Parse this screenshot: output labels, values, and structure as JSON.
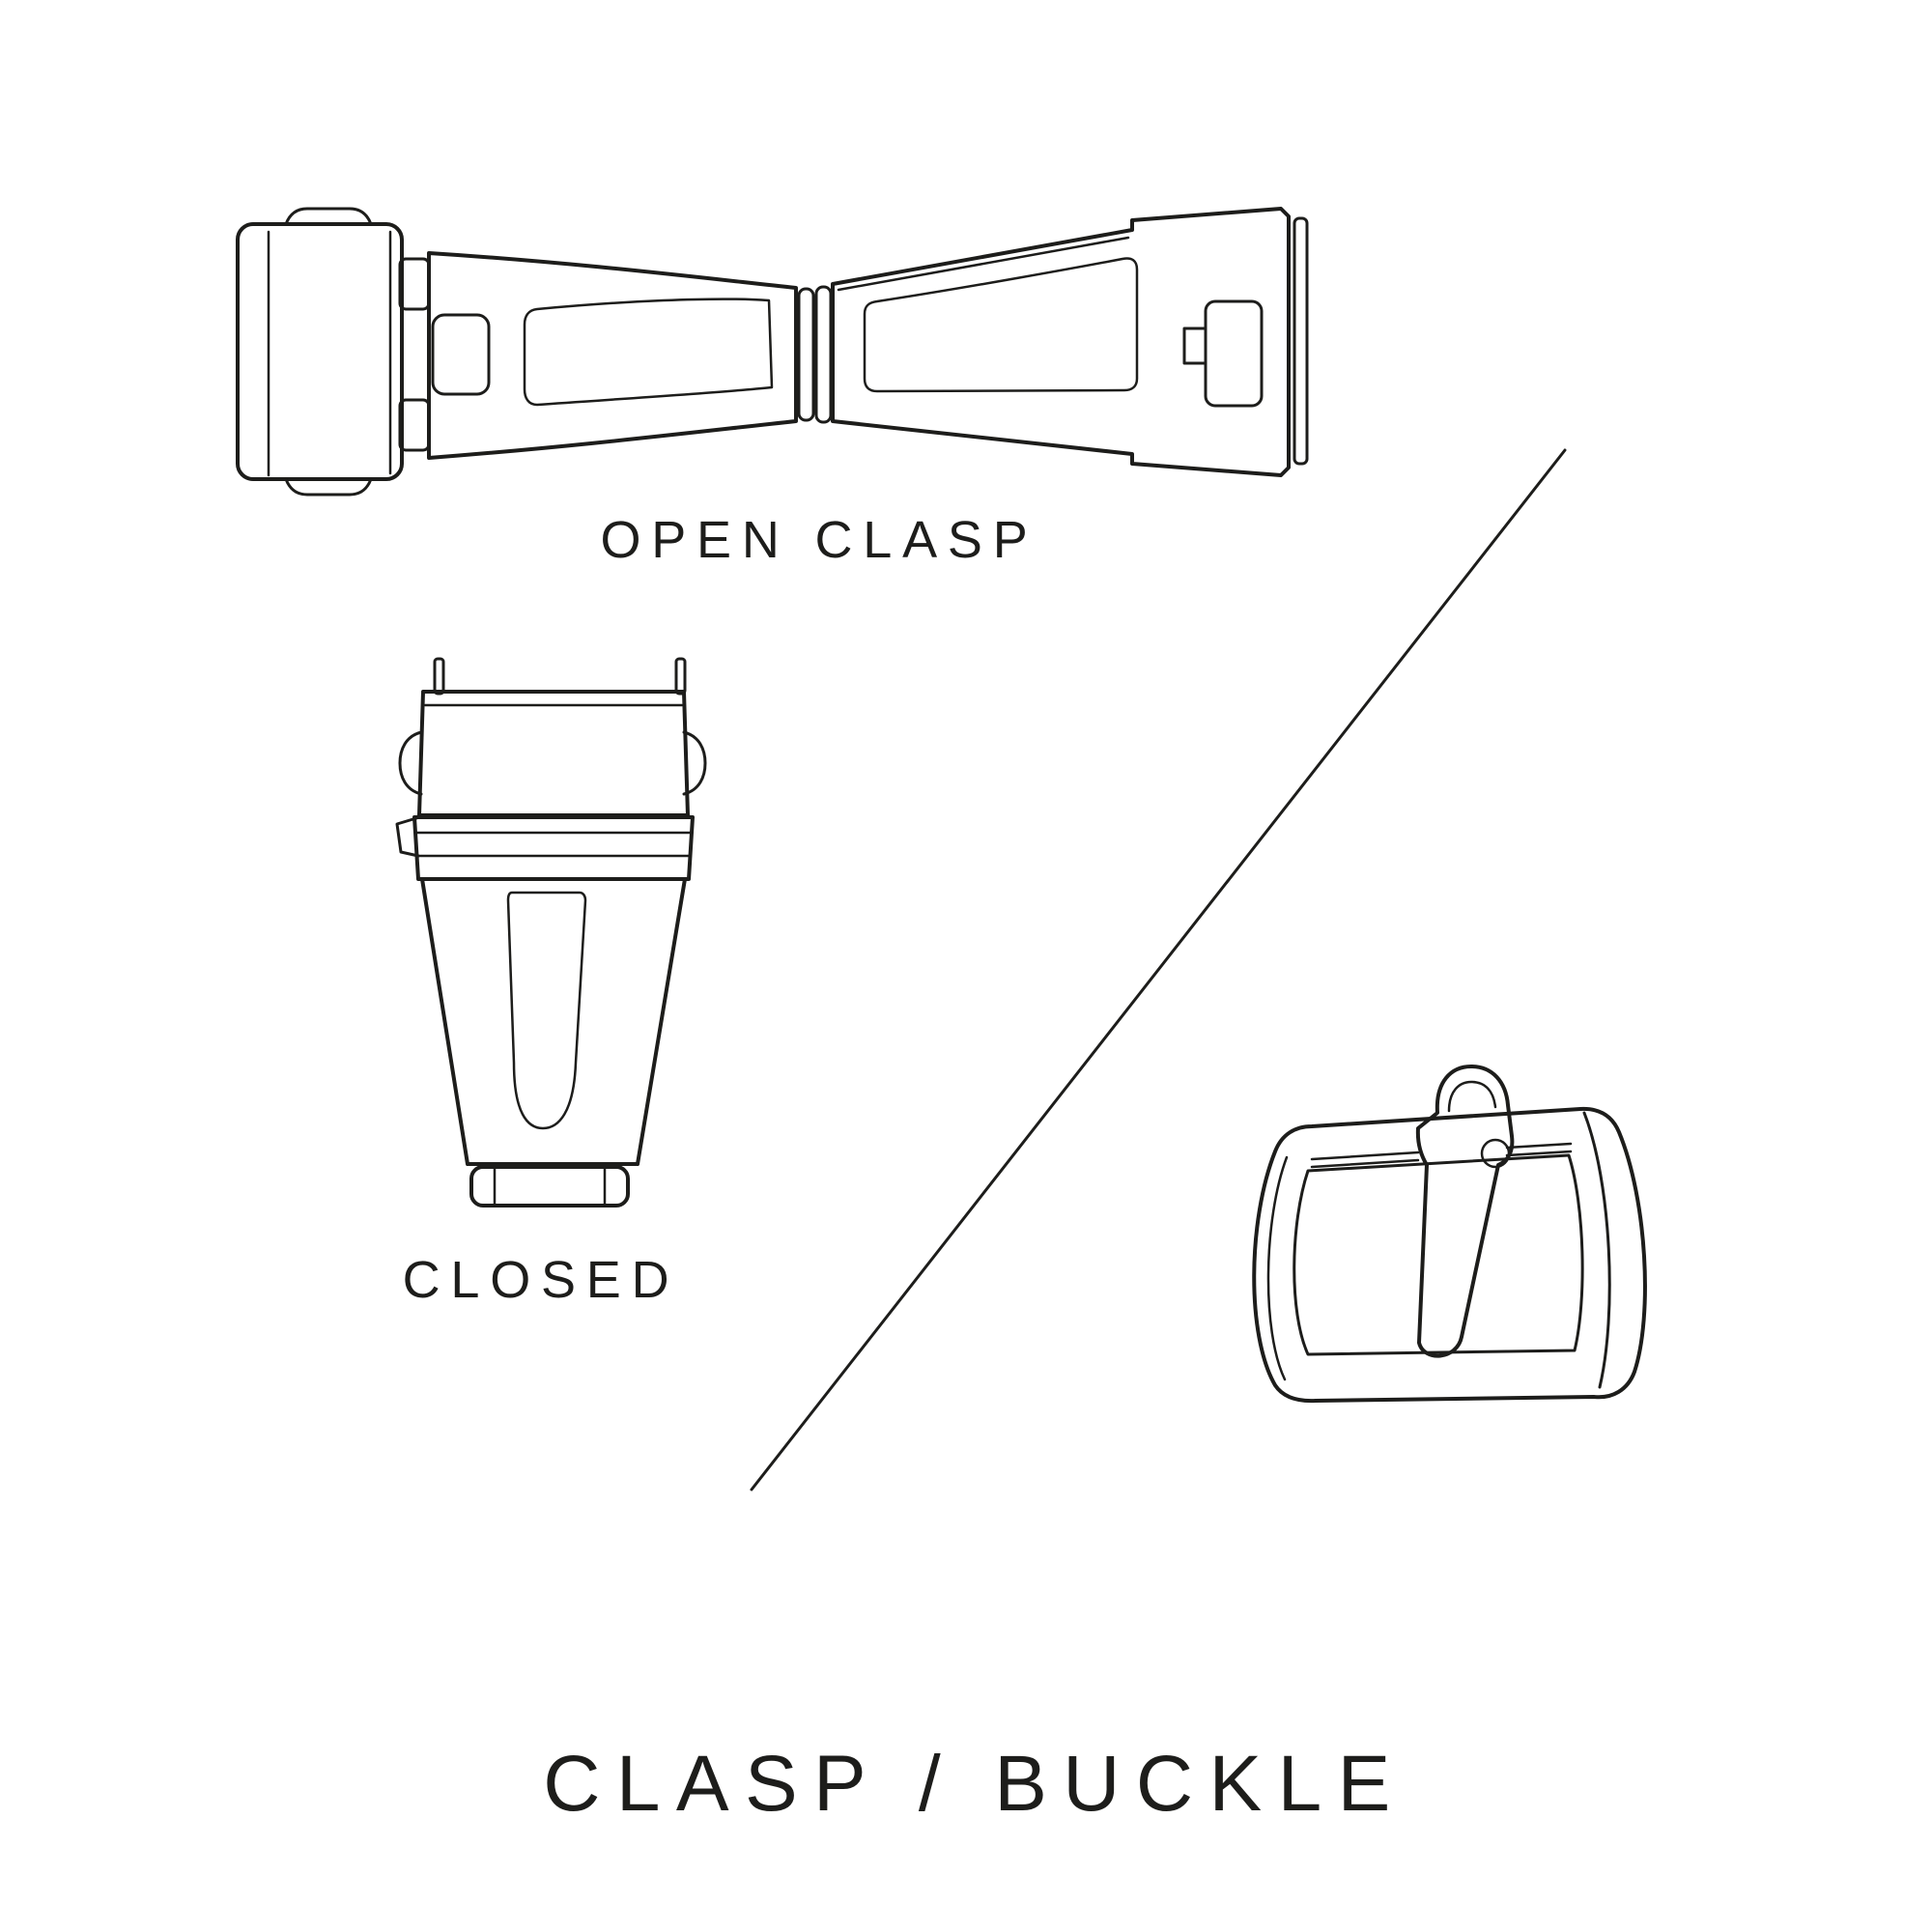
{
  "theme": {
    "ink": "#1d1d1b",
    "bg": "#ffffff"
  },
  "labels": {
    "open_clasp": "OPEN CLASP",
    "closed": "CLOSED",
    "title": "CLASP / BUCKLE"
  },
  "illustrations": {
    "open_clasp": "open-deployant-clasp-line-drawing",
    "closed_clasp": "closed-deployant-clasp-line-drawing",
    "buckle": "tang-buckle-line-drawing",
    "divider": "diagonal-divider-line"
  }
}
